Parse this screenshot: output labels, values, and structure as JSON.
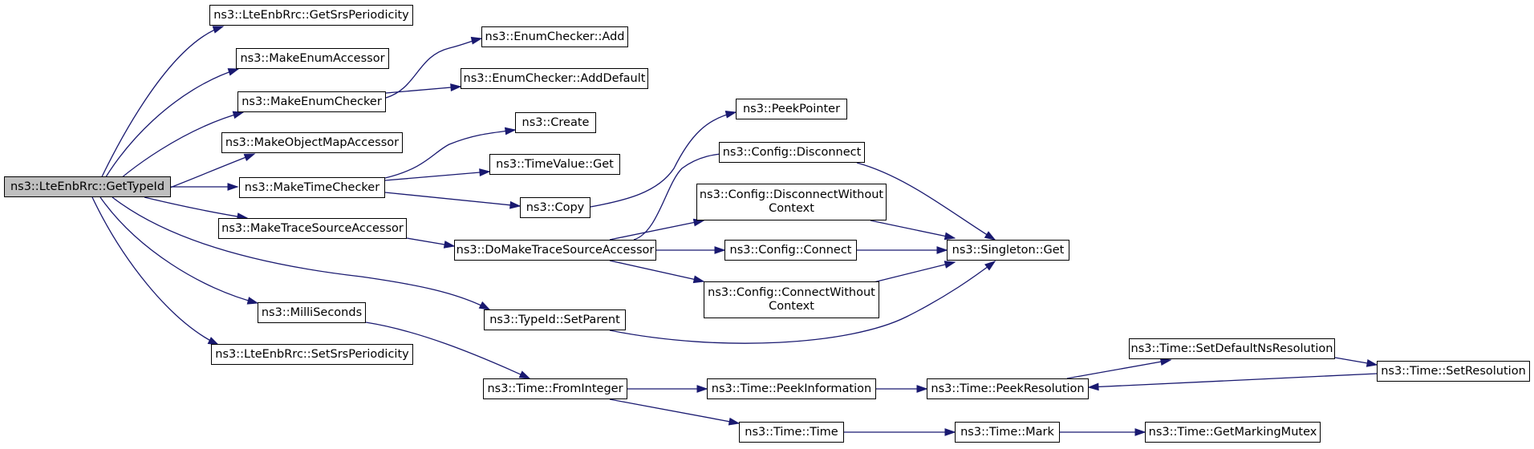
{
  "graph": {
    "root": "n_gettypeid",
    "nodes": [
      {
        "id": "n_gettypeid",
        "label": "ns3::LteEnbRrc::GetTypeId",
        "root": true
      },
      {
        "id": "n_getsrs",
        "label": "ns3::LteEnbRrc::GetSrsPeriodicity"
      },
      {
        "id": "n_enumacc",
        "label": "ns3::MakeEnumAccessor"
      },
      {
        "id": "n_enumchk",
        "label": "ns3::MakeEnumChecker"
      },
      {
        "id": "n_objmap",
        "label": "ns3::MakeObjectMapAccessor"
      },
      {
        "id": "n_timechk",
        "label": "ns3::MakeTimeChecker"
      },
      {
        "id": "n_tracesrc",
        "label": "ns3::MakeTraceSourceAccessor"
      },
      {
        "id": "n_millis",
        "label": "ns3::MilliSeconds"
      },
      {
        "id": "n_setsrs",
        "label": "ns3::LteEnbRrc::SetSrsPeriodicity"
      },
      {
        "id": "n_eadd",
        "label": "ns3::EnumChecker::Add"
      },
      {
        "id": "n_eadddef",
        "label": "ns3::EnumChecker::AddDefault"
      },
      {
        "id": "n_create",
        "label": "ns3::Create"
      },
      {
        "id": "n_tvget",
        "label": "ns3::TimeValue::Get"
      },
      {
        "id": "n_copy",
        "label": "ns3::Copy"
      },
      {
        "id": "n_domake",
        "label": "ns3::DoMakeTraceSourceAccessor"
      },
      {
        "id": "n_setparent",
        "label": "ns3::TypeId::SetParent"
      },
      {
        "id": "n_fromint",
        "label": "ns3::Time::FromInteger"
      },
      {
        "id": "n_peekptr",
        "label": "ns3::PeekPointer"
      },
      {
        "id": "n_cdisc",
        "label": "ns3::Config::Disconnect"
      },
      {
        "id": "n_cdiscwc",
        "label": "ns3::Config::DisconnectWithout Context"
      },
      {
        "id": "n_cconn",
        "label": "ns3::Config::Connect"
      },
      {
        "id": "n_cconnwc",
        "label": "ns3::Config::ConnectWithout Context"
      },
      {
        "id": "n_singleton",
        "label": "ns3::Singleton::Get"
      },
      {
        "id": "n_peekinfo",
        "label": "ns3::Time::PeekInformation"
      },
      {
        "id": "n_peekres",
        "label": "ns3::Time::PeekResolution"
      },
      {
        "id": "n_time",
        "label": "ns3::Time::Time"
      },
      {
        "id": "n_mark",
        "label": "ns3::Time::Mark"
      },
      {
        "id": "n_getmut",
        "label": "ns3::Time::GetMarkingMutex"
      },
      {
        "id": "n_setdefres",
        "label": "ns3::Time::SetDefaultNsResolution"
      },
      {
        "id": "n_setres",
        "label": "ns3::Time::SetResolution"
      }
    ],
    "edges": [
      {
        "from": "n_gettypeid",
        "to": "n_getsrs"
      },
      {
        "from": "n_gettypeid",
        "to": "n_enumacc"
      },
      {
        "from": "n_gettypeid",
        "to": "n_enumchk"
      },
      {
        "from": "n_gettypeid",
        "to": "n_objmap"
      },
      {
        "from": "n_gettypeid",
        "to": "n_timechk"
      },
      {
        "from": "n_gettypeid",
        "to": "n_tracesrc"
      },
      {
        "from": "n_gettypeid",
        "to": "n_millis"
      },
      {
        "from": "n_gettypeid",
        "to": "n_setsrs"
      },
      {
        "from": "n_gettypeid",
        "to": "n_setparent"
      },
      {
        "from": "n_enumchk",
        "to": "n_eadd"
      },
      {
        "from": "n_enumchk",
        "to": "n_eadddef"
      },
      {
        "from": "n_timechk",
        "to": "n_create"
      },
      {
        "from": "n_timechk",
        "to": "n_tvget"
      },
      {
        "from": "n_timechk",
        "to": "n_copy"
      },
      {
        "from": "n_copy",
        "to": "n_peekptr"
      },
      {
        "from": "n_tracesrc",
        "to": "n_domake"
      },
      {
        "from": "n_domake",
        "to": "n_cdisc"
      },
      {
        "from": "n_domake",
        "to": "n_cdiscwc"
      },
      {
        "from": "n_domake",
        "to": "n_cconn"
      },
      {
        "from": "n_domake",
        "to": "n_cconnwc"
      },
      {
        "from": "n_cdisc",
        "to": "n_singleton"
      },
      {
        "from": "n_cdiscwc",
        "to": "n_singleton"
      },
      {
        "from": "n_cconn",
        "to": "n_singleton"
      },
      {
        "from": "n_cconnwc",
        "to": "n_singleton"
      },
      {
        "from": "n_setparent",
        "to": "n_singleton"
      },
      {
        "from": "n_millis",
        "to": "n_fromint"
      },
      {
        "from": "n_fromint",
        "to": "n_peekinfo"
      },
      {
        "from": "n_fromint",
        "to": "n_time"
      },
      {
        "from": "n_peekinfo",
        "to": "n_peekres"
      },
      {
        "from": "n_peekres",
        "to": "n_setdefres"
      },
      {
        "from": "n_setdefres",
        "to": "n_setres"
      },
      {
        "from": "n_setres",
        "to": "n_peekres"
      },
      {
        "from": "n_time",
        "to": "n_mark"
      },
      {
        "from": "n_mark",
        "to": "n_getmut"
      }
    ],
    "colors": {
      "edge": "#191970",
      "root_fill": "#bfbfbf",
      "node_fill": "#ffffff",
      "border": "#000000"
    }
  }
}
